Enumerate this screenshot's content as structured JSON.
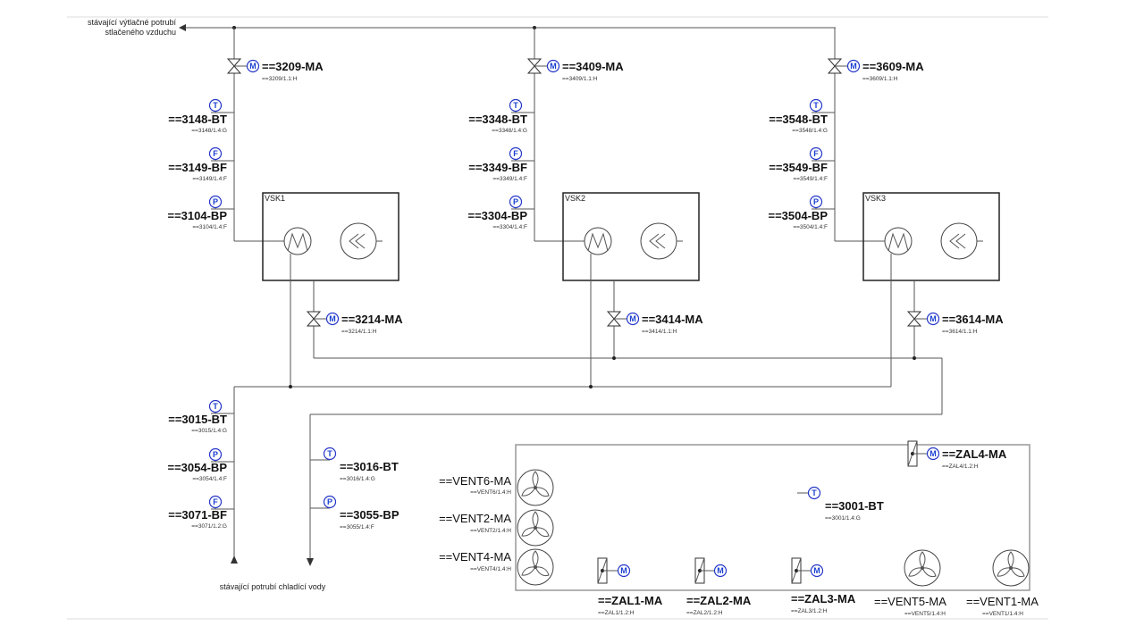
{
  "notes": {
    "air_pipe_line1": "stávající výtlačné potrubí",
    "air_pipe_line2": "stlačeného vzduchu",
    "water_pipe": "stávající potrubí chladící vody"
  },
  "units": [
    {
      "unit_label": "VSK1",
      "air_valve": {
        "tag": "==3209-MA",
        "ref": "==3209/1.1:H",
        "symbol": "M"
      },
      "temp": {
        "tag": "==3148-BT",
        "ref": "==3148/1.4:G",
        "symbol": "T"
      },
      "flow": {
        "tag": "==3149-BF",
        "ref": "==3149/1.4:F",
        "symbol": "F"
      },
      "pressure": {
        "tag": "==3104-BP",
        "ref": "==3104/1.4:F",
        "symbol": "P"
      },
      "water_valve": {
        "tag": "==3214-MA",
        "ref": "==3214/1.1:H",
        "symbol": "M"
      }
    },
    {
      "unit_label": "VSK2",
      "air_valve": {
        "tag": "==3409-MA",
        "ref": "==3409/1.1:H",
        "symbol": "M"
      },
      "temp": {
        "tag": "==3348-BT",
        "ref": "==3348/1.4:G",
        "symbol": "T"
      },
      "flow": {
        "tag": "==3349-BF",
        "ref": "==3349/1.4:F",
        "symbol": "F"
      },
      "pressure": {
        "tag": "==3304-BP",
        "ref": "==3304/1.4:F",
        "symbol": "P"
      },
      "water_valve": {
        "tag": "==3414-MA",
        "ref": "==3414/1.1:H",
        "symbol": "M"
      }
    },
    {
      "unit_label": "VSK3",
      "air_valve": {
        "tag": "==3609-MA",
        "ref": "==3609/1.1:H",
        "symbol": "M"
      },
      "temp": {
        "tag": "==3548-BT",
        "ref": "==3548/1.4:G",
        "symbol": "T"
      },
      "flow": {
        "tag": "==3549-BF",
        "ref": "==3549/1.4:F",
        "symbol": "F"
      },
      "pressure": {
        "tag": "==3504-BP",
        "ref": "==3504/1.4:F",
        "symbol": "P"
      },
      "water_valve": {
        "tag": "==3614-MA",
        "ref": "==3614/1.1:H",
        "symbol": "M"
      }
    }
  ],
  "water_instruments": [
    {
      "tag": "==3015-BT",
      "ref": "==3015/1.4:G",
      "symbol": "T"
    },
    {
      "tag": "==3054-BP",
      "ref": "==3054/1.4:F",
      "symbol": "P"
    },
    {
      "tag": "==3071-BF",
      "ref": "==3071/1.2:G",
      "symbol": "F"
    },
    {
      "tag": "==3016-BT",
      "ref": "==3016/1.4:G",
      "symbol": "T"
    },
    {
      "tag": "==3055-BP",
      "ref": "==3055/1.4:F",
      "symbol": "P"
    }
  ],
  "room": {
    "temp": {
      "tag": "==3001-BT",
      "ref": "==3001/1.4:G",
      "symbol": "T"
    },
    "dampers": [
      {
        "tag": "==ZAL4-MA",
        "ref": "==ZAL4/1.2:H",
        "symbol": "M"
      },
      {
        "tag": "==ZAL1-MA",
        "ref": "==ZAL1/1.2:H",
        "symbol": "M"
      },
      {
        "tag": "==ZAL2-MA",
        "ref": "==ZAL2/1.2:H",
        "symbol": "M"
      },
      {
        "tag": "==ZAL3-MA",
        "ref": "==ZAL3/1.2:H",
        "symbol": "M"
      }
    ],
    "fans": [
      {
        "tag": "==VENT6-MA",
        "ref": "==VENT6/1.4:H"
      },
      {
        "tag": "==VENT2-MA",
        "ref": "==VENT2/1.4:H"
      },
      {
        "tag": "==VENT4-MA",
        "ref": "==VENT4/1.4:H"
      },
      {
        "tag": "==VENT5-MA",
        "ref": "==VENT5/1.4:H"
      },
      {
        "tag": "==VENT1-MA",
        "ref": "==VENT1/1.4:H"
      }
    ]
  }
}
